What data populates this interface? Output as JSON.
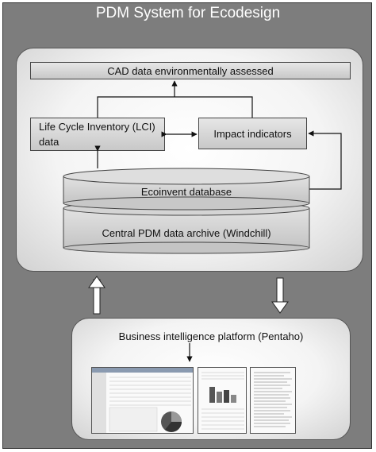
{
  "title": "PDM System for Ecodesign",
  "cad_box": "CAD data environmentally assessed",
  "lci_box": [
    "Life Cycle Inventory (LCI)",
    "data"
  ],
  "impact_box": "Impact indicators",
  "db_top": "Ecoinvent database",
  "db_bottom": "Central PDM data archive (Windchill)",
  "bi_platform": "Business intelligence platform (Pentaho)"
}
